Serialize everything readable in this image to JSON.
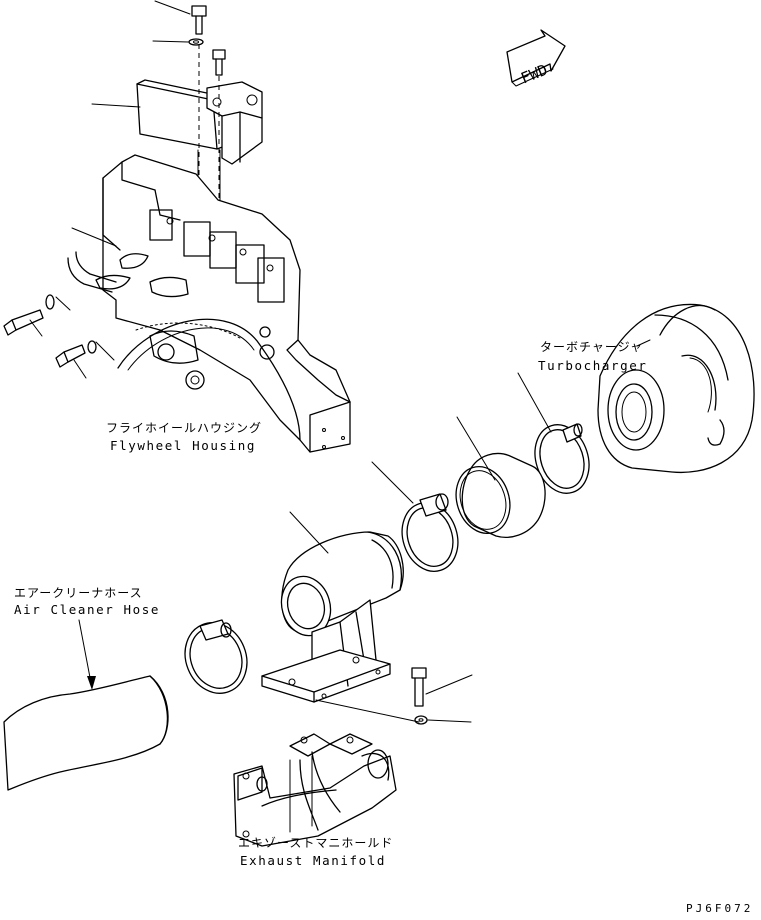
{
  "diagram": {
    "fwd_marker": "FWD",
    "drawing_code": "PJ6F072",
    "labels": {
      "turbocharger": {
        "jp": "ターボチャージャ",
        "en": "Turbocharger"
      },
      "flywheel_housing": {
        "jp": "フライホイールハウジング",
        "en": "Flywheel Housing"
      },
      "air_cleaner_hose": {
        "jp": "エアークリーナホース",
        "en": "Air Cleaner Hose"
      },
      "exhaust_manifold": {
        "jp": "エキゾーストマニホールド",
        "en": "Exhaust Manifold"
      }
    }
  }
}
